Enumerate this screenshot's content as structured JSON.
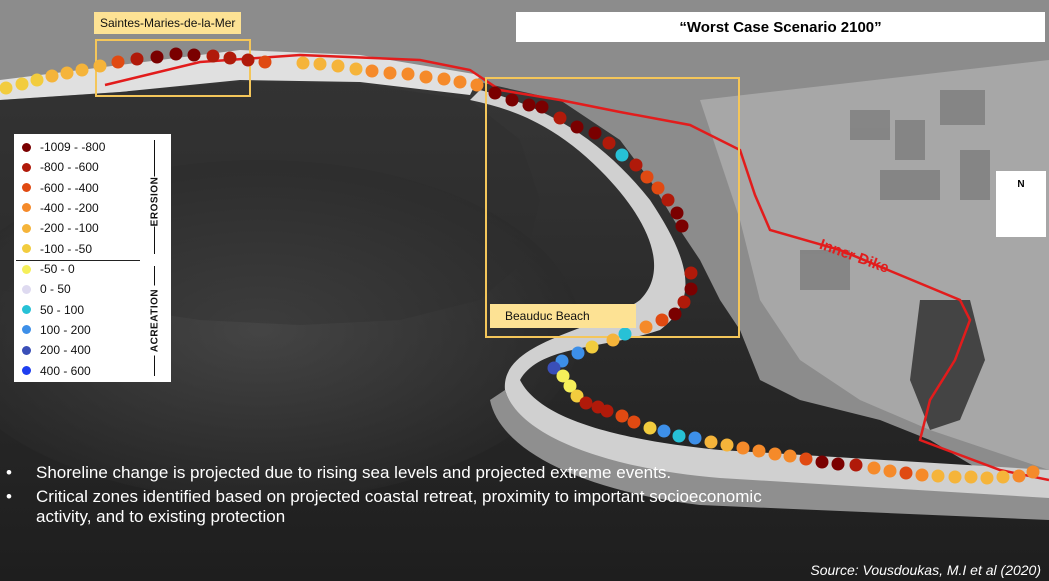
{
  "title": "“Worst Case Scenario 2100”",
  "place_labels": {
    "saintes": "Saintes-Maries-de-la-Mer",
    "beauduc": "Beauduc Beach",
    "inner_dike": "Inner Dike"
  },
  "legend": {
    "erosion_label": "EROSION",
    "acreation_label": "ACREATION",
    "items": [
      {
        "label": "-1009 - -800",
        "color": "#7a0000"
      },
      {
        "label": "-800 - -600",
        "color": "#b01a0a"
      },
      {
        "label": "-600 - -400",
        "color": "#e04a12"
      },
      {
        "label": "-400 - -200",
        "color": "#f58a2a"
      },
      {
        "label": "-200 - -100",
        "color": "#f5b43a"
      },
      {
        "label": "-100 - -50",
        "color": "#f2cc3e"
      },
      {
        "label": "-50 - 0",
        "color": "#f5ef5a"
      },
      {
        "label": "0 - 50",
        "color": "#dedaf0"
      },
      {
        "label": "50 - 100",
        "color": "#27c1d6"
      },
      {
        "label": "100 - 200",
        "color": "#3d8fe8"
      },
      {
        "label": "200 - 400",
        "color": "#3a4fb8"
      },
      {
        "label": "400 - 600",
        "color": "#1e3ef0"
      }
    ]
  },
  "north_label": "N",
  "bullets": [
    "Shoreline change is projected due to rising sea levels and projected extreme events.",
    "Critical zones identified based on projected coastal retreat, proximity to important socioeconomic activity, and to existing protection"
  ],
  "bullet_mark": "•",
  "source": "Source: Vousdoukas, M.I et al (2020)",
  "colors": {
    "dike": "#e21c1c",
    "box_outline": "#f4c65a",
    "label_fill": "#fde294"
  }
}
